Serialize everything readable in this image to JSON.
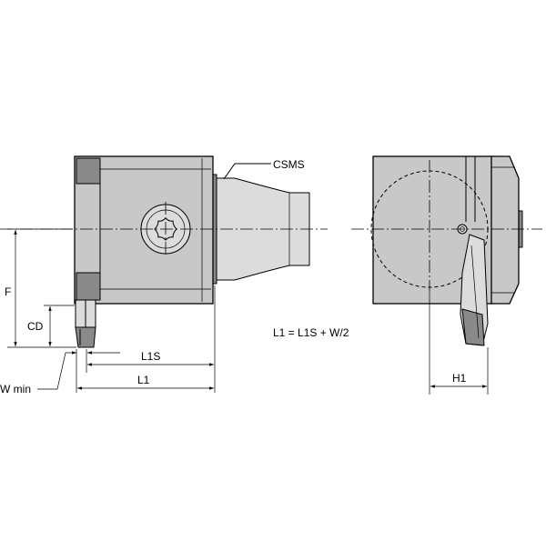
{
  "labels": {
    "csms": "CSMS",
    "f": "F",
    "cd": "CD",
    "l1s": "L1S",
    "l1": "L1",
    "w_min": "W min",
    "h1": "H1",
    "formula": "L1 = L1S + W/2"
  }
}
